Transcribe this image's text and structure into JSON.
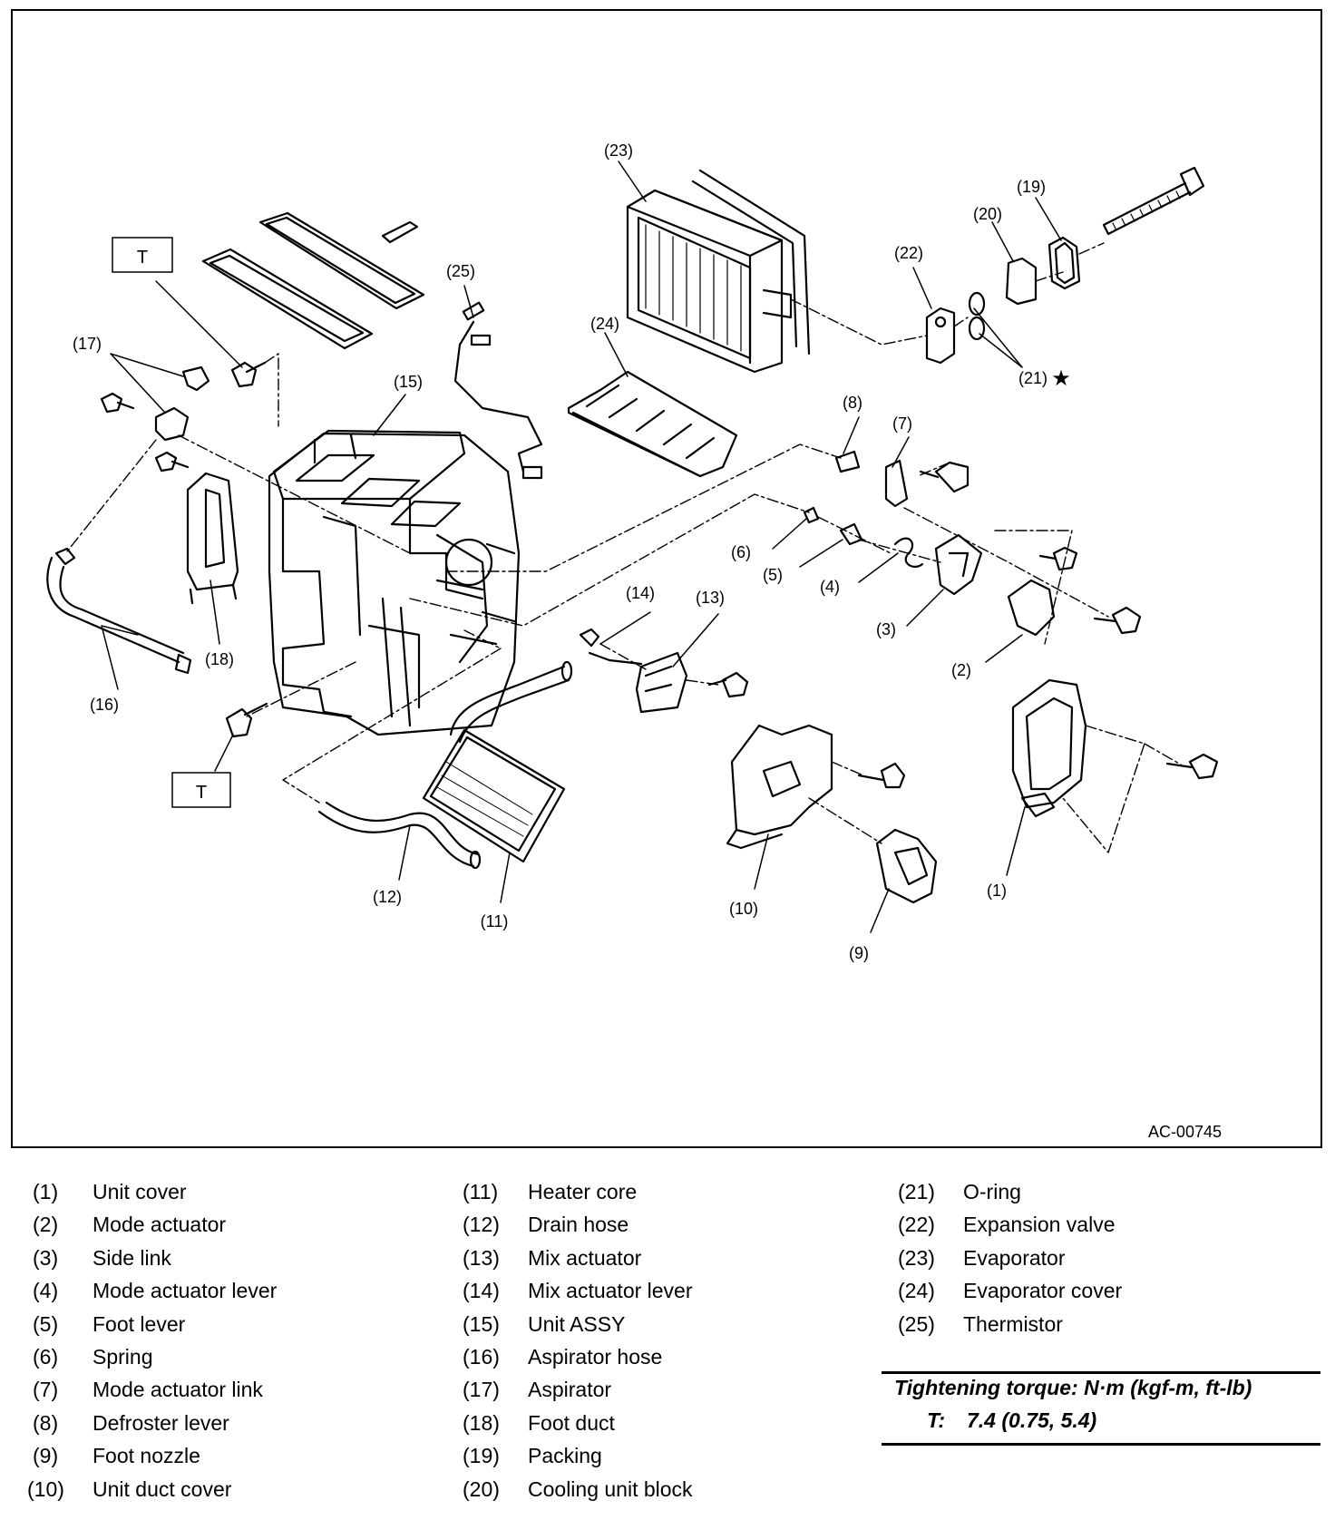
{
  "figure_id": "AC-00745",
  "torque_marker": "T",
  "star_marker": "★",
  "callouts": {
    "c1": "(1)",
    "c2": "(2)",
    "c3": "(3)",
    "c4": "(4)",
    "c5": "(5)",
    "c6": "(6)",
    "c7": "(7)",
    "c8": "(8)",
    "c9": "(9)",
    "c10": "(10)",
    "c11": "(11)",
    "c12": "(12)",
    "c13": "(13)",
    "c14": "(14)",
    "c15": "(15)",
    "c16": "(16)",
    "c17": "(17)",
    "c18": "(18)",
    "c19": "(19)",
    "c20": "(20)",
    "c21": "(21)",
    "c22": "(22)",
    "c23": "(23)",
    "c24": "(24)",
    "c25": "(25)"
  },
  "legend": [
    {
      "num": "(1)",
      "name": "Unit cover"
    },
    {
      "num": "(2)",
      "name": "Mode actuator"
    },
    {
      "num": "(3)",
      "name": "Side link"
    },
    {
      "num": "(4)",
      "name": "Mode actuator lever"
    },
    {
      "num": "(5)",
      "name": "Foot lever"
    },
    {
      "num": "(6)",
      "name": "Spring"
    },
    {
      "num": "(7)",
      "name": "Mode actuator link"
    },
    {
      "num": "(8)",
      "name": "Defroster lever"
    },
    {
      "num": "(9)",
      "name": "Foot nozzle"
    },
    {
      "num": "(10)",
      "name": "Unit duct cover"
    },
    {
      "num": "(11)",
      "name": "Heater core"
    },
    {
      "num": "(12)",
      "name": "Drain hose"
    },
    {
      "num": "(13)",
      "name": "Mix actuator"
    },
    {
      "num": "(14)",
      "name": "Mix actuator lever"
    },
    {
      "num": "(15)",
      "name": "Unit ASSY"
    },
    {
      "num": "(16)",
      "name": "Aspirator hose"
    },
    {
      "num": "(17)",
      "name": "Aspirator"
    },
    {
      "num": "(18)",
      "name": "Foot duct"
    },
    {
      "num": "(19)",
      "name": "Packing"
    },
    {
      "num": "(20)",
      "name": "Cooling unit block"
    },
    {
      "num": "(21)",
      "name": "O-ring"
    },
    {
      "num": "(22)",
      "name": "Expansion valve"
    },
    {
      "num": "(23)",
      "name": "Evaporator"
    },
    {
      "num": "(24)",
      "name": "Evaporator cover"
    },
    {
      "num": "(25)",
      "name": "Thermistor"
    }
  ],
  "torque": {
    "title": "Tightening torque: N·m (kgf-m, ft-lb)",
    "key": "T:",
    "value": "7.4 (0.75, 5.4)"
  }
}
